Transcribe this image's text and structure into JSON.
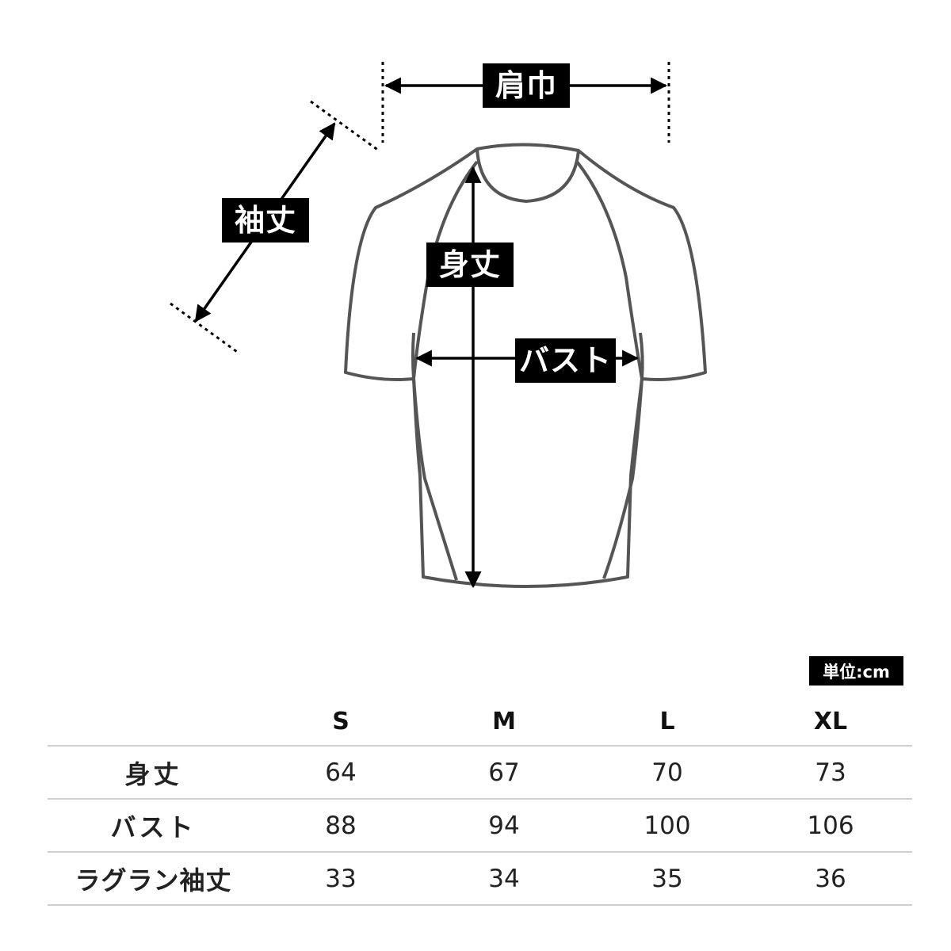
{
  "diagram": {
    "labels": {
      "shoulder": "肩巾",
      "sleeve": "袖丈",
      "length": "身丈",
      "bust": "バスト"
    }
  },
  "unit": "単位:cm",
  "table": {
    "columns": [
      "S",
      "M",
      "L",
      "XL"
    ],
    "rows": [
      {
        "label": "身丈",
        "values": [
          "64",
          "67",
          "70",
          "73"
        ]
      },
      {
        "label": "バスト",
        "values": [
          "88",
          "94",
          "100",
          "106"
        ]
      },
      {
        "label": "ラグラン袖丈",
        "values": [
          "33",
          "34",
          "35",
          "36"
        ]
      }
    ]
  },
  "colors": {
    "outline": "#555555",
    "label_bg": "#000000",
    "rule": "#cfcfcf"
  }
}
